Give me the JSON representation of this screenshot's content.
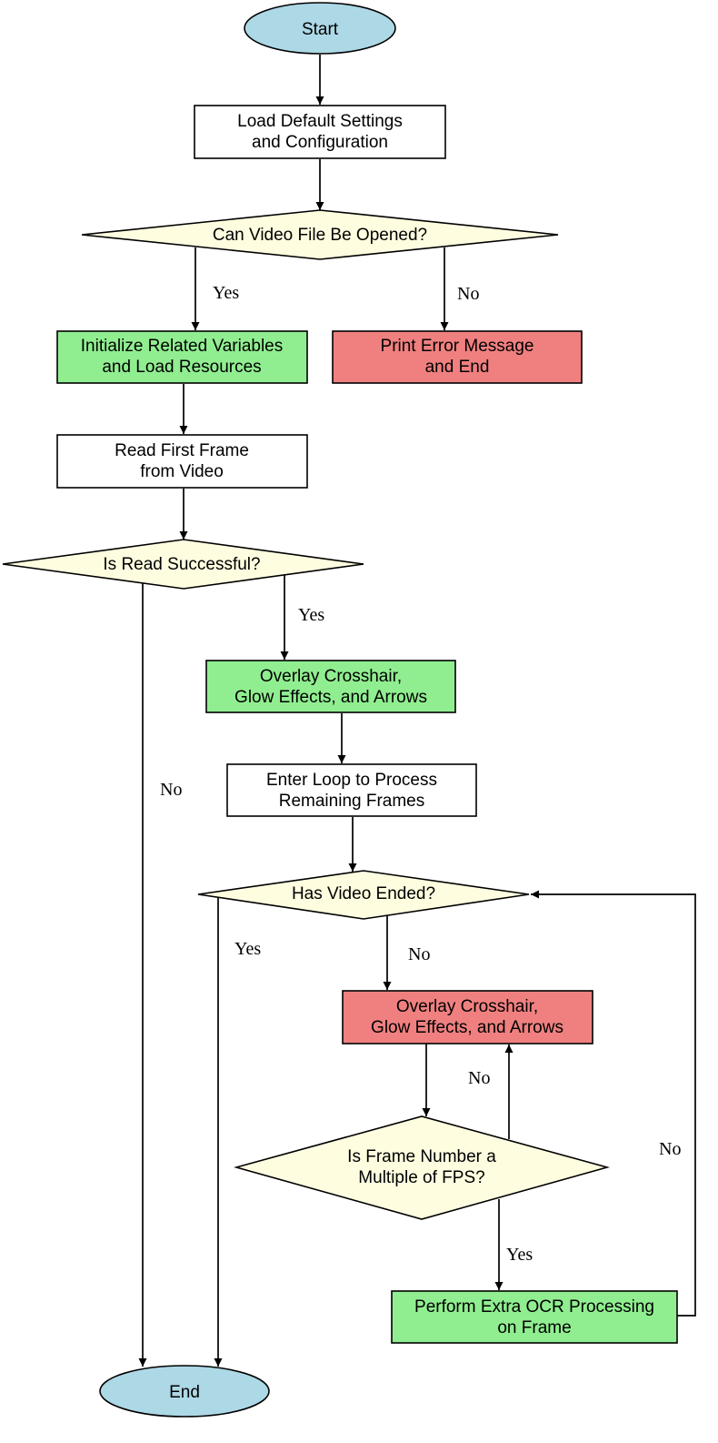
{
  "colors": {
    "terminal": "#add8e6",
    "process": "#ffffff",
    "decision": "#fffde0",
    "success": "#90ee90",
    "error": "#f08080"
  },
  "nodes": {
    "start": {
      "label": "Start"
    },
    "load_settings": {
      "line1": "Load Default Settings",
      "line2": "and Configuration"
    },
    "can_open": {
      "label": "Can Video File Be Opened?"
    },
    "init_vars": {
      "line1": "Initialize Related Variables",
      "line2": "and Load Resources"
    },
    "print_error": {
      "line1": "Print Error Message",
      "line2": "and End"
    },
    "read_first": {
      "line1": "Read First Frame",
      "line2": "from Video"
    },
    "read_ok": {
      "label": "Is Read Successful?"
    },
    "overlay_first": {
      "line1": "Overlay Crosshair,",
      "line2": "Glow Effects, and Arrows"
    },
    "enter_loop": {
      "line1": "Enter Loop to Process",
      "line2": "Remaining Frames"
    },
    "video_ended": {
      "label": "Has Video Ended?"
    },
    "overlay_loop": {
      "line1": "Overlay Crosshair,",
      "line2": "Glow Effects, and Arrows"
    },
    "fps_multiple": {
      "line1": "Is Frame Number a",
      "line2": "Multiple of FPS?"
    },
    "ocr": {
      "line1": "Perform Extra OCR Processing",
      "line2": "on Frame"
    },
    "end": {
      "label": "End"
    }
  },
  "edges": {
    "open_yes": "Yes",
    "open_no": "No",
    "read_yes": "Yes",
    "read_no": "No",
    "ended_yes": "Yes",
    "ended_no": "No",
    "fps_no": "No",
    "fps_yes": "Yes",
    "ocr_no": "No"
  }
}
